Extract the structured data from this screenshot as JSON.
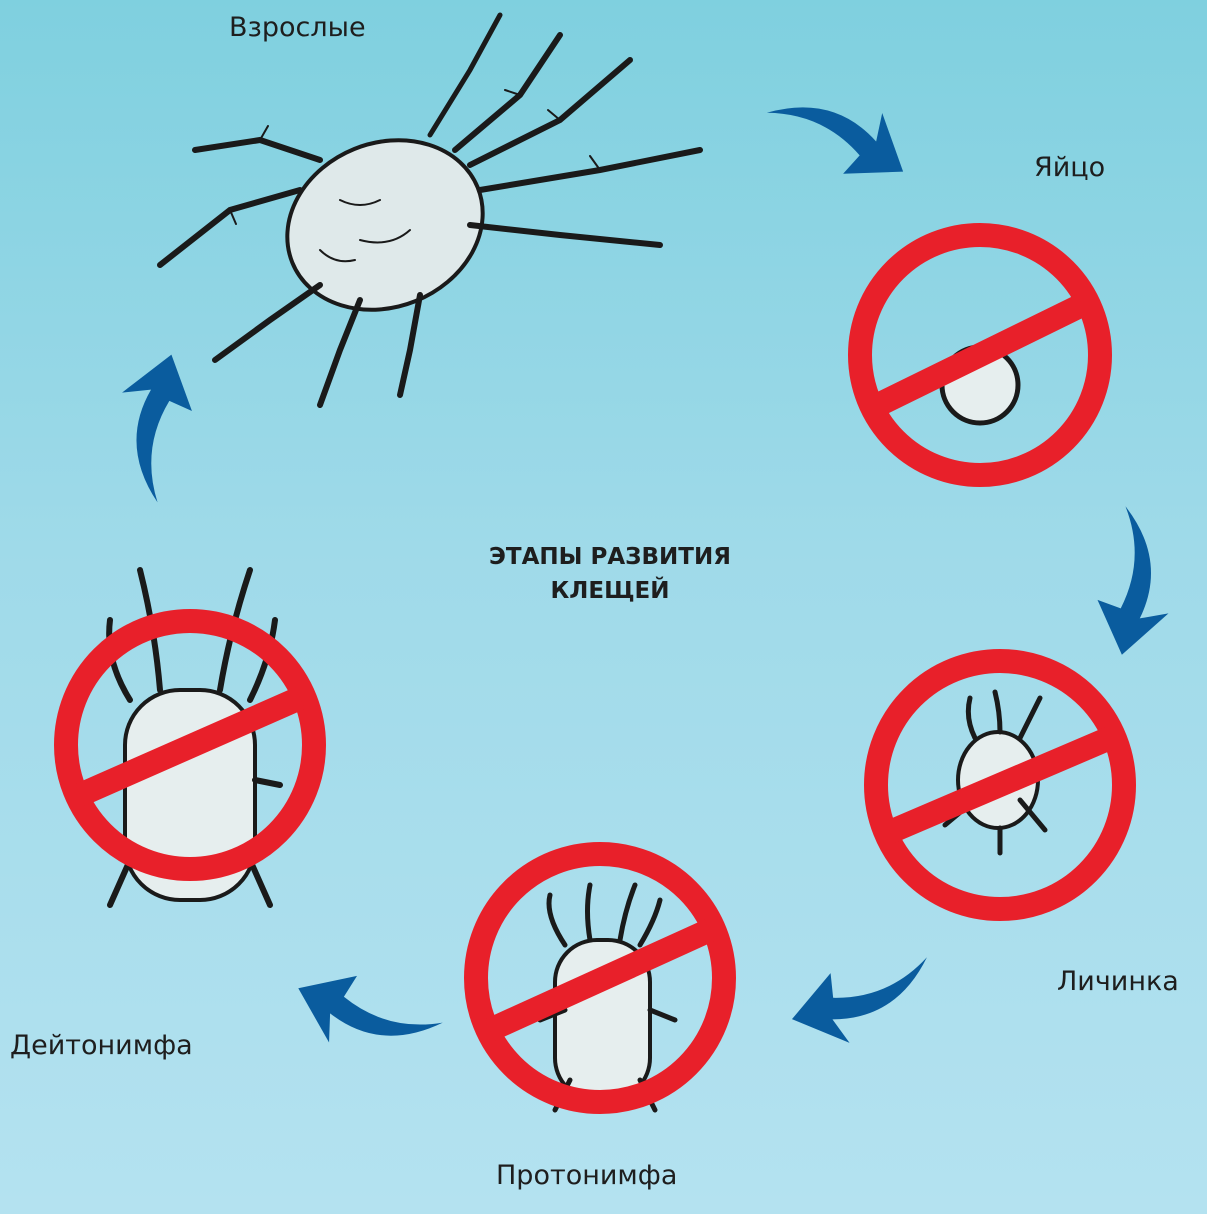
{
  "diagram": {
    "title_line1": "ЭТАПЫ РАЗВИТИЯ",
    "title_line2": "КЛЕЩЕЙ",
    "stages": [
      {
        "label": "Взрослые",
        "prohibited": false
      },
      {
        "label": "Яйцо",
        "prohibited": true
      },
      {
        "label": "Личинка",
        "prohibited": true
      },
      {
        "label": "Протонимфа",
        "prohibited": true
      },
      {
        "label": "Дейтонимфа",
        "prohibited": true
      }
    ],
    "colors": {
      "arrow": "#0a5c9e",
      "prohibition": "#e8202a",
      "ink": "#1a1a1a"
    },
    "icons": {
      "adult": "mite-adult-icon",
      "egg": "egg-icon",
      "larva": "larva-icon",
      "protonymph": "protonymph-icon",
      "deutonymph": "deutonymph-icon",
      "prohibition": "prohibition-icon",
      "arrow": "cycle-arrow-icon"
    }
  }
}
